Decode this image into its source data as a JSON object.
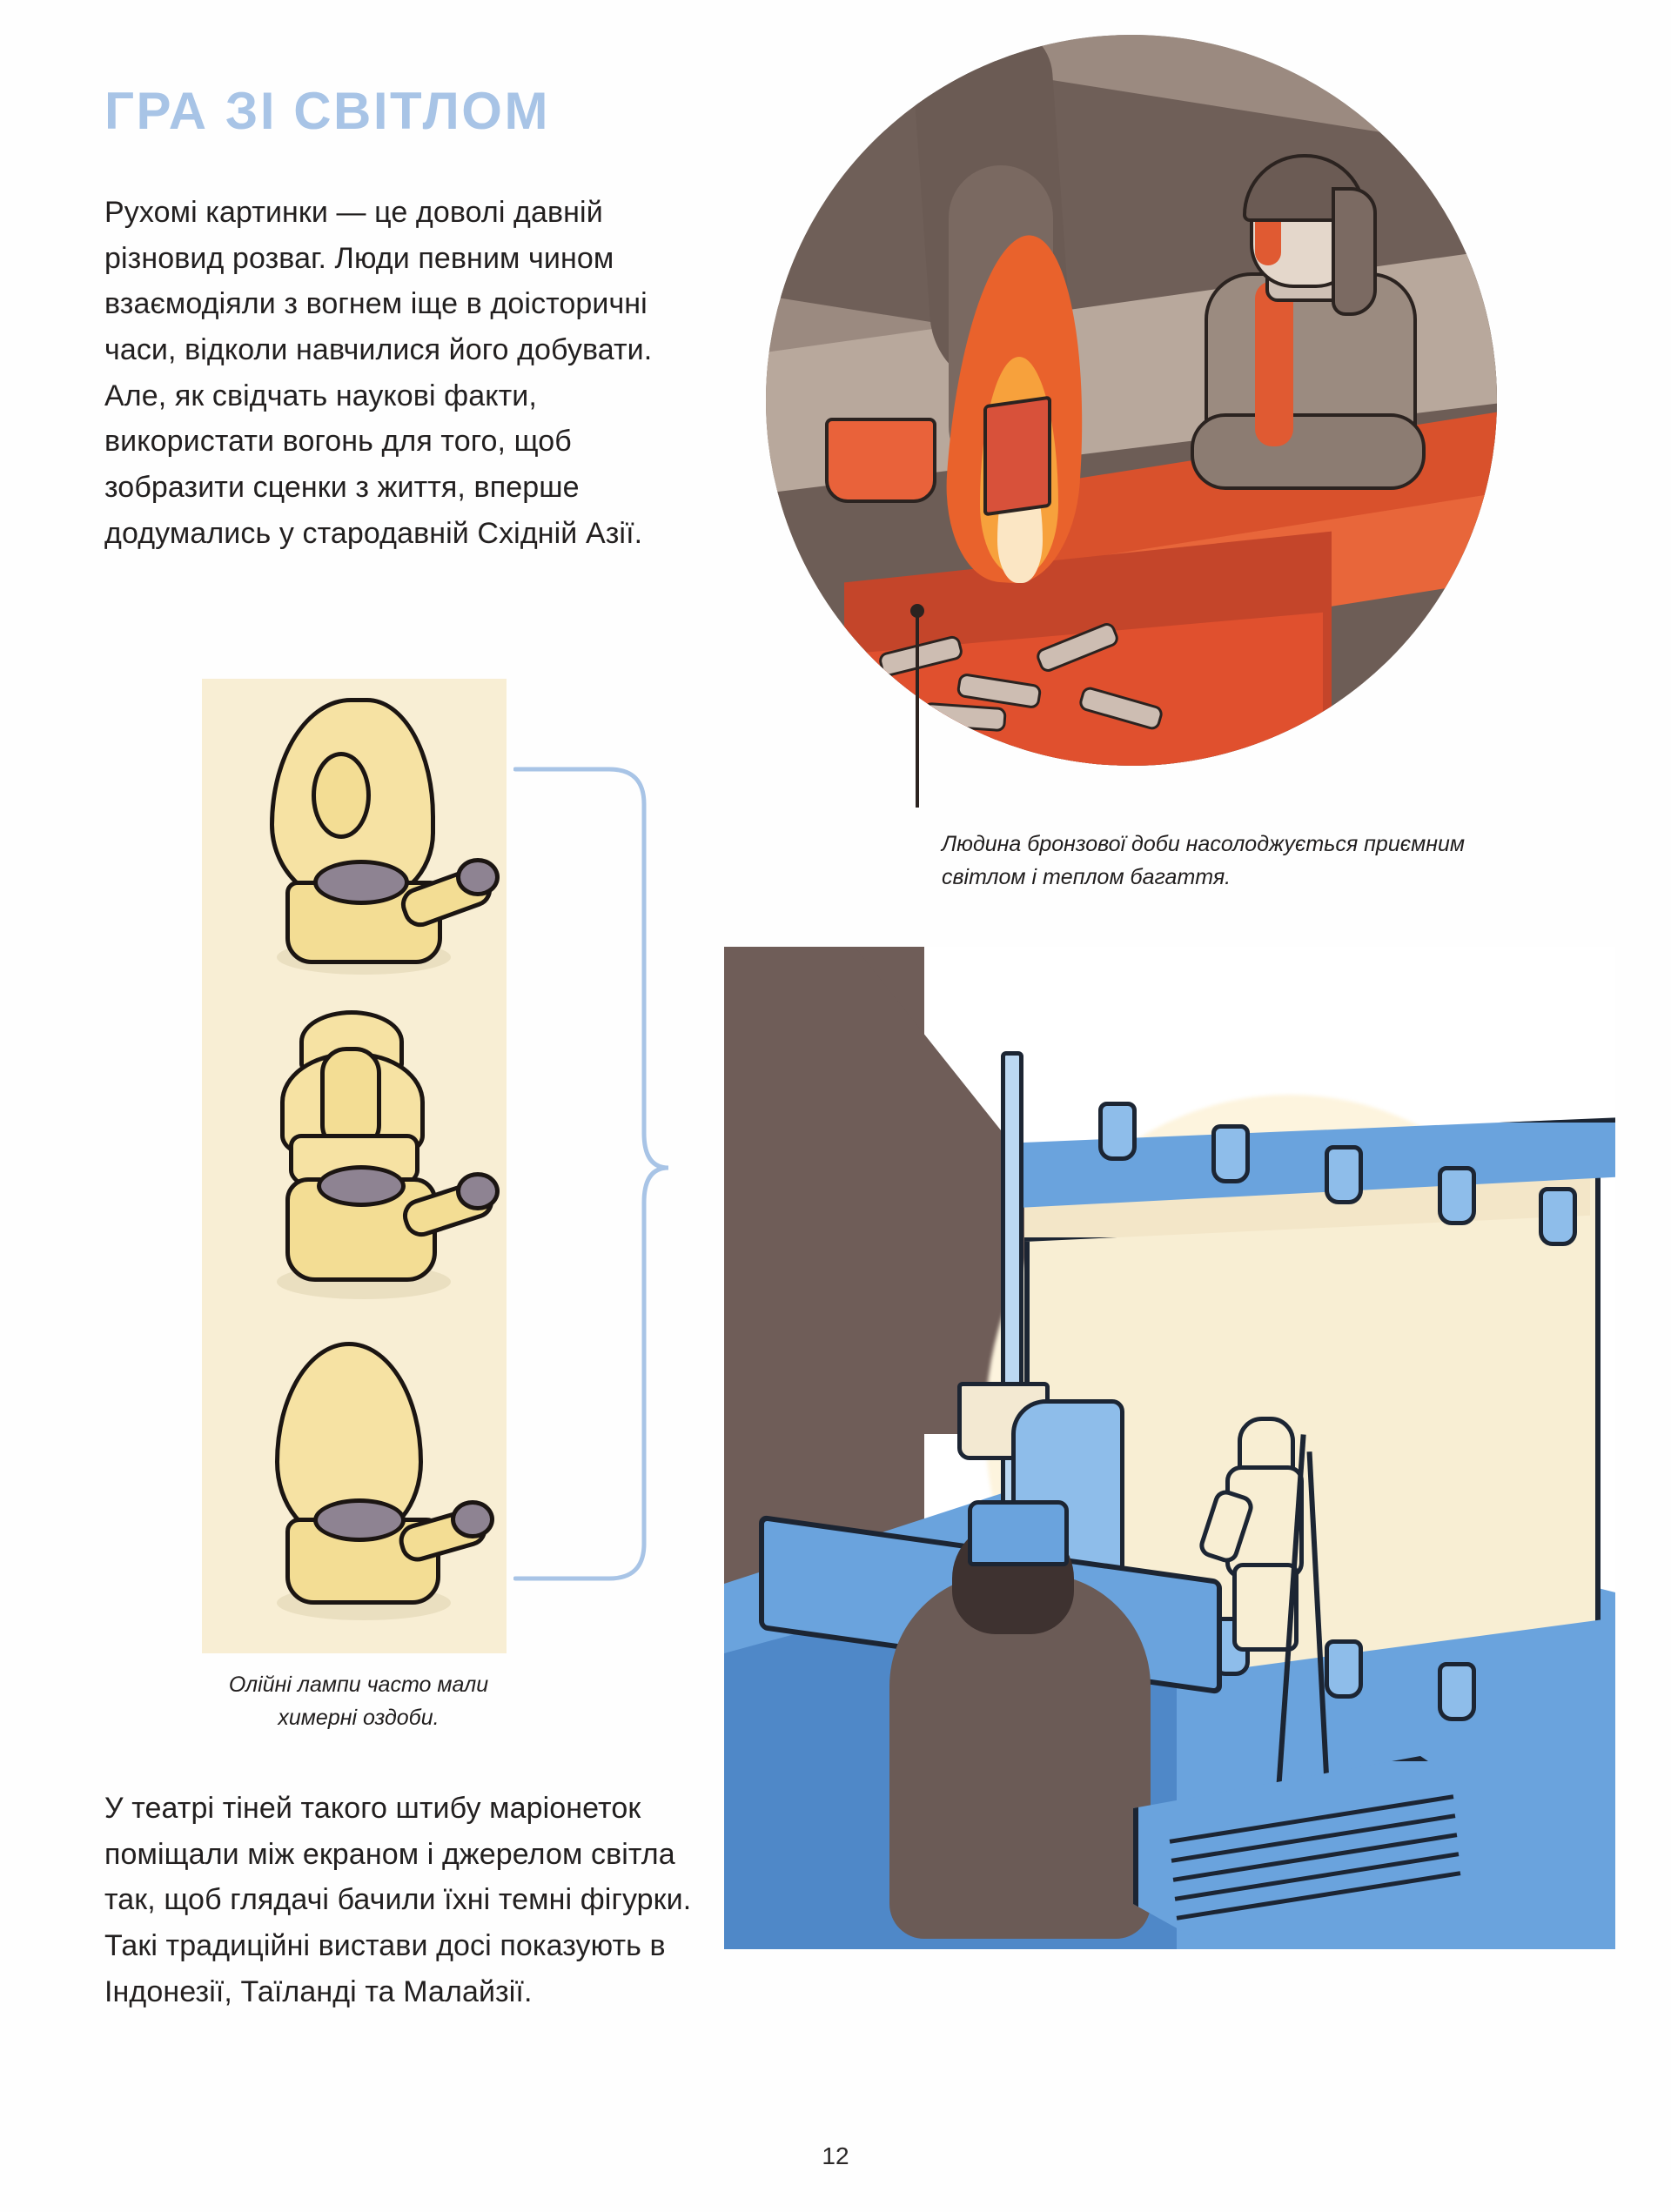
{
  "page": {
    "language": "Ukrainian",
    "folio": "12",
    "background_color": "#ffffff"
  },
  "headline": {
    "text": "ГРА ЗІ СВІТЛОМ",
    "color": "#a8c4e6"
  },
  "body": {
    "intro_paragraph": "Рухомі картинки — це доволі давній різновид розваг. Люди певним чином взаємодіяли з вогнем іще в доісторичні часи, відколи навчилися його добувати. Але, як свідчать наукові факти, використати вогонь для того, щоб зобразити сценки з життя, вперше додумались у стародавній Східній Азії.",
    "closing_paragraph": "У театрі тіней такого штибу маріонеток поміщали між екраном і джерелом світла так, щоб глядачі бачили їхні темні фігурки. Такі традиційні вистави досі показують в Індонезії, Таїланді та Малайзії."
  },
  "captions": {
    "fire_scene": "Людина бронзової доби насолоджується приємним світлом і теплом багаття.",
    "oil_lamps": "Олійні лампи часто мали химерні оздоби."
  },
  "illustrations": {
    "fire_scene": {
      "name": "bronze-age-person-by-fire",
      "shape": "circle",
      "palette": {
        "wall": "#9b8a80",
        "wall_shadow": "#6f5f58",
        "floor": "#b8a89c",
        "floor_shadow": "#6d5d56",
        "flame_outer": "#e9622c",
        "flame_inner": "#f7a13c",
        "flame_core": "#fbe6c4",
        "ember": "#d9512c",
        "smoke": "#6b5b54",
        "skin": "#e4d7cb",
        "outline": "#2b2320"
      }
    },
    "oil_lamps_strip": {
      "name": "three-decorated-oil-lamps",
      "panel_background": "#f8eed4",
      "palette": {
        "lamp_body": "#f3dd94",
        "flame": "#f6e2a3",
        "wick": "#8e8392",
        "outline": "#1b1512",
        "shadow": "#eadfc0"
      },
      "items": [
        {
          "name": "lamp-flame-ornament"
        },
        {
          "name": "lamp-crown-ornament"
        },
        {
          "name": "lamp-leaf-ornament"
        }
      ]
    },
    "shadow_theatre": {
      "name": "wayang-shadow-puppet-theatre",
      "palette": {
        "screen": "#f8eed3",
        "frame_blue": "#6aa3dd",
        "frame_blue_light": "#8ebdea",
        "frame_blue_dark": "#4f88c8",
        "wall": "#6f5d58",
        "puppeteer": "#6b5b56",
        "outline": "#1c2533"
      }
    }
  },
  "connector": {
    "name": "lamp-group-bracket",
    "color": "#a8c4e6"
  }
}
